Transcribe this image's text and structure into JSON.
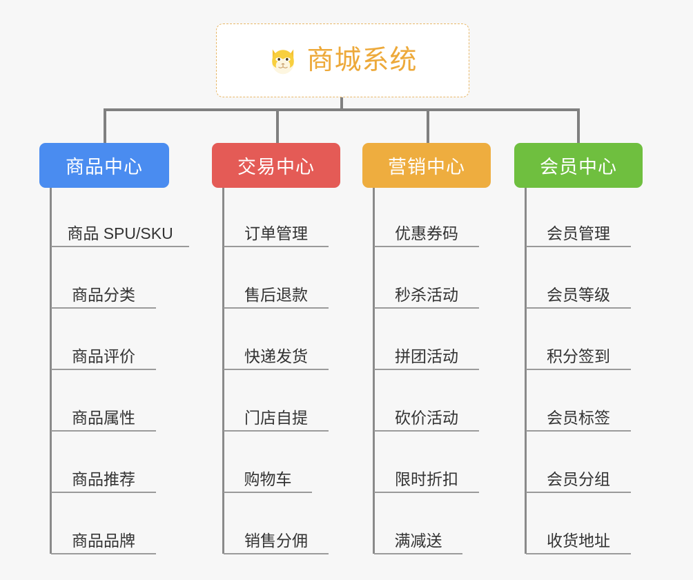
{
  "background_color": "#f7f7f7",
  "root": {
    "title": "商城系统",
    "icon": "shiba-dog-face-icon",
    "text_color": "#eda93a",
    "border_color": "#e8b767"
  },
  "connector_color": "#808080",
  "rail_color": "#8a8a8a",
  "underline_color": "#9a9a9a",
  "columns": [
    {
      "label": "商品中心",
      "color": "#4a8cf0",
      "items": [
        "商品 SPU/SKU",
        "商品分类",
        "商品评价",
        "商品属性",
        "商品推荐",
        "商品品牌"
      ]
    },
    {
      "label": "交易中心",
      "color": "#e45b56",
      "items": [
        "订单管理",
        "售后退款",
        "快递发货",
        "门店自提",
        "购物车",
        "销售分佣"
      ]
    },
    {
      "label": "营销中心",
      "color": "#eead3f",
      "items": [
        "优惠券码",
        "秒杀活动",
        "拼团活动",
        "砍价活动",
        "限时折扣",
        "满减送"
      ]
    },
    {
      "label": "会员中心",
      "color": "#6fbf3f",
      "items": [
        "会员管理",
        "会员等级",
        "积分签到",
        "会员标签",
        "会员分组",
        "收货地址"
      ]
    }
  ]
}
